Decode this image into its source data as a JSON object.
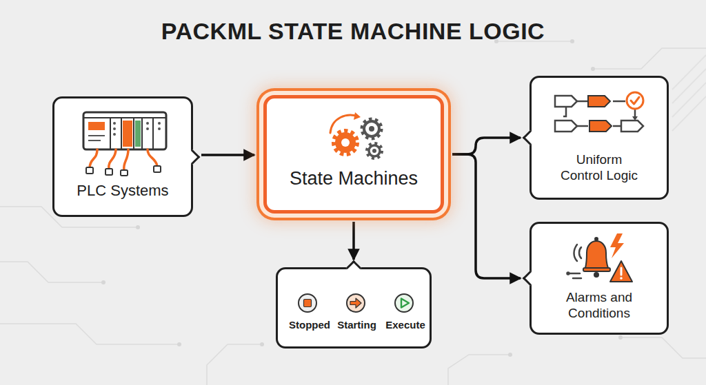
{
  "diagram": {
    "title": "PACKML STATE MACHINE LOGIC",
    "nodes": [
      {
        "text": [
          "PLC Systems"
        ]
      },
      {
        "text": [
          "State Machines"
        ]
      },
      {
        "text": [
          "Uniform Control Logic"
        ]
      },
      {
        "text": [
          "Alarms and Conditions"
        ]
      },
      {
        "text": []
      },
      {
        "text": [
          "Stopped"
        ],
        "in": 4
      },
      {
        "text": [
          "Starting"
        ],
        "in": 4
      },
      {
        "text": [
          "Execute"
        ],
        "in": 4
      }
    ],
    "edges": [
      {
        "from": 0,
        "to": 1,
        "arrow": "to"
      },
      {
        "from": 1,
        "to": 2,
        "arrow": "to"
      },
      {
        "from": 1,
        "to": 3,
        "arrow": "to"
      },
      {
        "from": 1,
        "to": 4,
        "arrow": "to"
      },
      {
        "from": 5,
        "to": 6,
        "arrow": "to"
      },
      {
        "from": 6,
        "to": 7,
        "arrow": "to"
      }
    ]
  }
}
